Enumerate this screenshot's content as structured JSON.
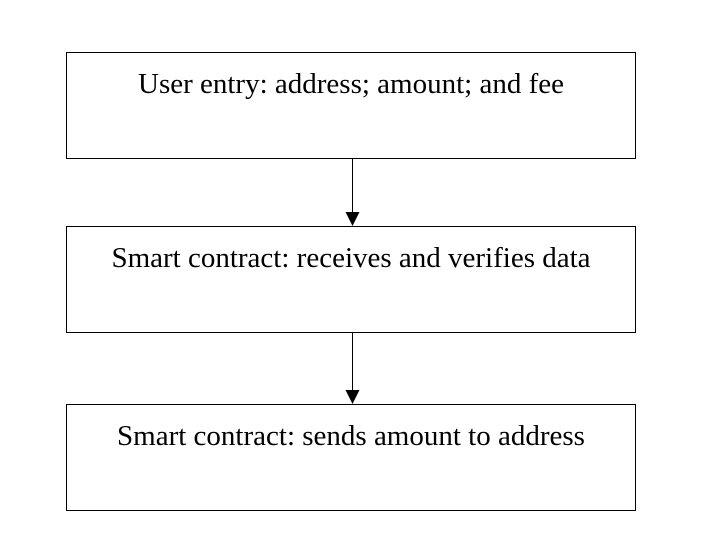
{
  "flowchart": {
    "steps": [
      {
        "label": "User entry: address; amount; and fee"
      },
      {
        "label": "Smart contract: receives and verifies data"
      },
      {
        "label": "Smart contract: sends amount to address"
      }
    ]
  }
}
